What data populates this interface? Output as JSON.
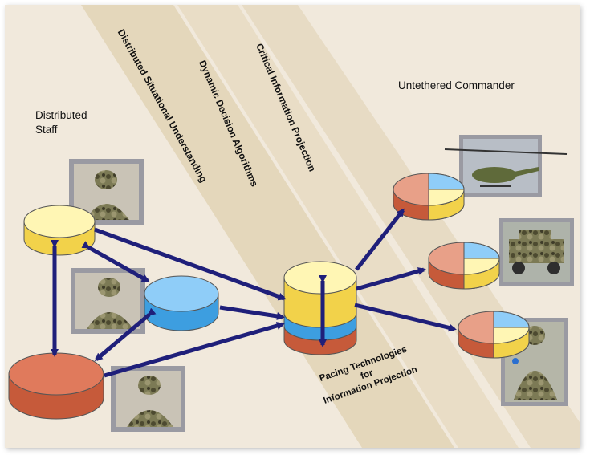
{
  "labels": {
    "distributed_staff_line1": "Distributed",
    "distributed_staff_line2": "Staff",
    "untethered_commander": "Untethered Commander",
    "band_situational": "Distributed Situational Understanding",
    "band_decision": "Dynamic Decision Algorithms",
    "band_critical": "Critical Information Projection",
    "pacing_line1": "Pacing Technologies",
    "pacing_line2": "for",
    "pacing_line3": "Information Projection"
  },
  "colors": {
    "background": "#f1e9dc",
    "band": "#dfd0b0",
    "arrow": "#1f1f7a",
    "yellow": "#fff6b4",
    "blue": "#8fcdf8",
    "red": "#e07a5c",
    "photo_frame": "#9a9aa2"
  },
  "icons": [
    "soldier-photo",
    "helicopter-photo",
    "vehicle-photo",
    "database-disk",
    "pie-disk"
  ]
}
